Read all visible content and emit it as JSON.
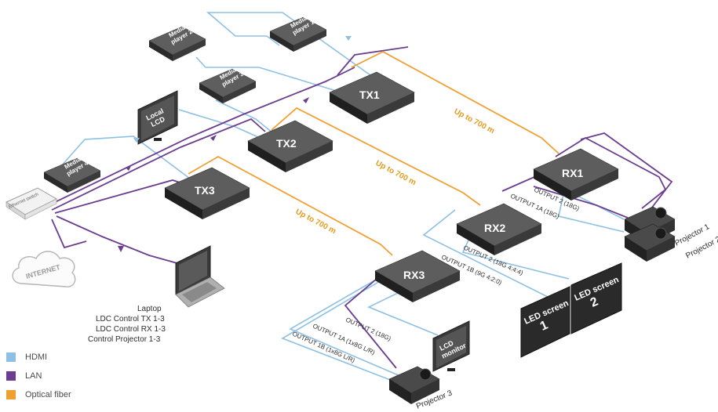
{
  "colors": {
    "hdmi": "#8dc0e3",
    "lan": "#6b3d8f",
    "fiber": "#f0a030"
  },
  "legend": [
    {
      "label": "HDMI",
      "color": "#8dc0e3"
    },
    {
      "label": "LAN",
      "color": "#6b3d8f"
    },
    {
      "label": "Optical fiber",
      "color": "#f0a030"
    }
  ],
  "transmitters": {
    "tx1": "TX1",
    "tx2": "TX2",
    "tx3": "TX3"
  },
  "receivers": {
    "rx1": "RX1",
    "rx2": "RX2",
    "rx3": "RX3"
  },
  "sources": {
    "mp1": [
      "Media",
      "player 1"
    ],
    "mp2": [
      "Media",
      "player 2"
    ],
    "mp3": [
      "Media",
      "player 3"
    ],
    "mp4": [
      "Media",
      "player 4"
    ],
    "local_lcd": [
      "Local",
      "LCD"
    ]
  },
  "distances": {
    "tx1_rx1": "Up to 700 m",
    "tx2_rx2": "Up to 700 m",
    "tx3_rx3": "Up to 700 m"
  },
  "outputs": {
    "rx1_o2": "OUTPUT 2 (18G)",
    "rx1_o1a": "OUTPUT 1A (18G)",
    "rx2_o2": "OUTPUT 2 (18G 4:4:4)",
    "rx2_o1b": "OUTPUT 1B (9G 4:2:0)",
    "rx3_o2": "OUTPUT 2 (18G)",
    "rx3_o1a": "OUTPUT 1A (1x8G L/R)",
    "rx3_o1b": "OUTPUT 1B (1x8G L/R)"
  },
  "displays": {
    "led1": [
      "LED screen",
      "1"
    ],
    "led2": [
      "LED screen",
      "2"
    ],
    "lcd_monitor": [
      "LCD",
      "monitor"
    ]
  },
  "projectors": {
    "p1": "Projector 1",
    "p2": "Projector 2",
    "p3": "Projector 3"
  },
  "network": {
    "switch": "Ethernet switch",
    "internet": "INTERNET"
  },
  "laptop": [
    "Laptop",
    "LDC Control TX 1-3",
    "LDC Control RX 1-3",
    "Control Projector 1-3"
  ]
}
